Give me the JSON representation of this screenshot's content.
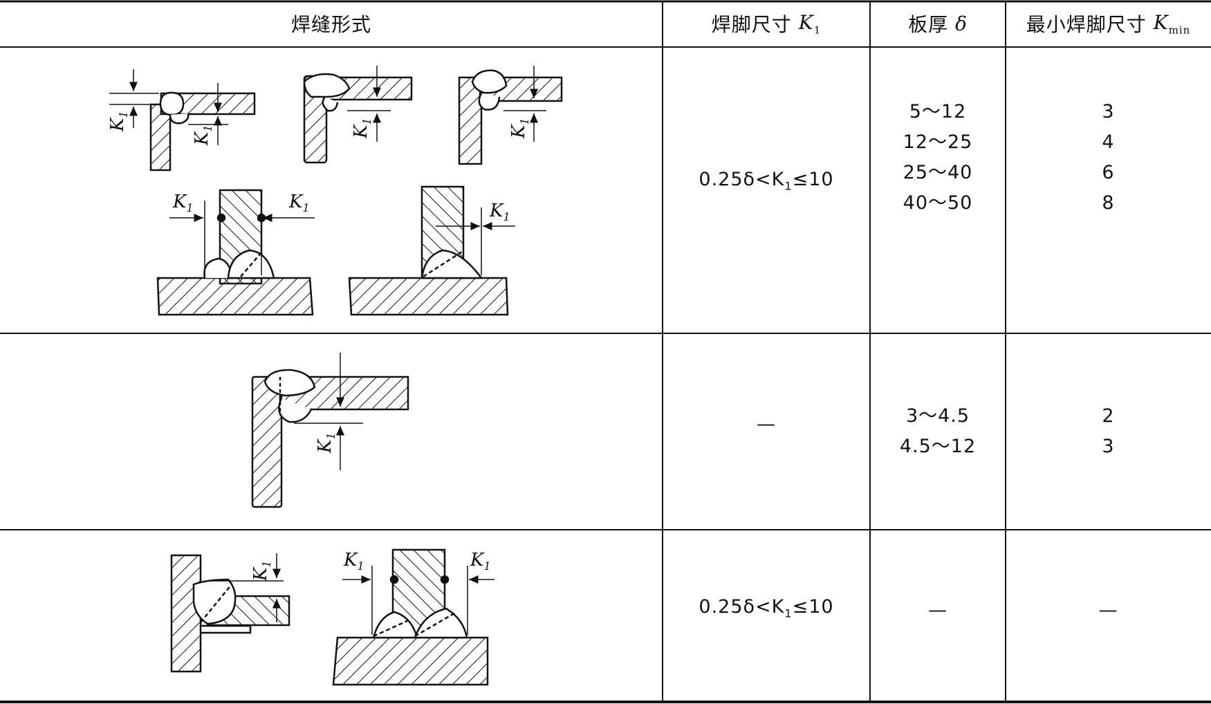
{
  "headers": {
    "weld_form": "焊缝形式",
    "leg_size": "焊脚尺寸",
    "leg_symbol": "K",
    "leg_sub": "1",
    "thickness": "板厚",
    "thickness_symbol": "δ",
    "min_leg": "最小焊脚尺寸",
    "min_symbol": "K",
    "min_sub": "min"
  },
  "figure_labels": {
    "k": "K",
    "sub": "1"
  },
  "rows": [
    {
      "leg_prefix": "0.25δ<K",
      "leg_sub": "1",
      "leg_suffix": "≤10",
      "thickness": [
        "5～12",
        "12～25",
        "25～40",
        "40～50"
      ],
      "min_leg": [
        "3",
        "4",
        "6",
        "8"
      ]
    },
    {
      "leg_dash": "—",
      "thickness": [
        "3～4.5",
        "4.5～12"
      ],
      "min_leg": [
        "2",
        "3"
      ]
    },
    {
      "leg_prefix": "0.25δ<K",
      "leg_sub": "1",
      "leg_suffix": "≤10",
      "thickness_dash": "—",
      "min_leg_dash": "—"
    }
  ]
}
